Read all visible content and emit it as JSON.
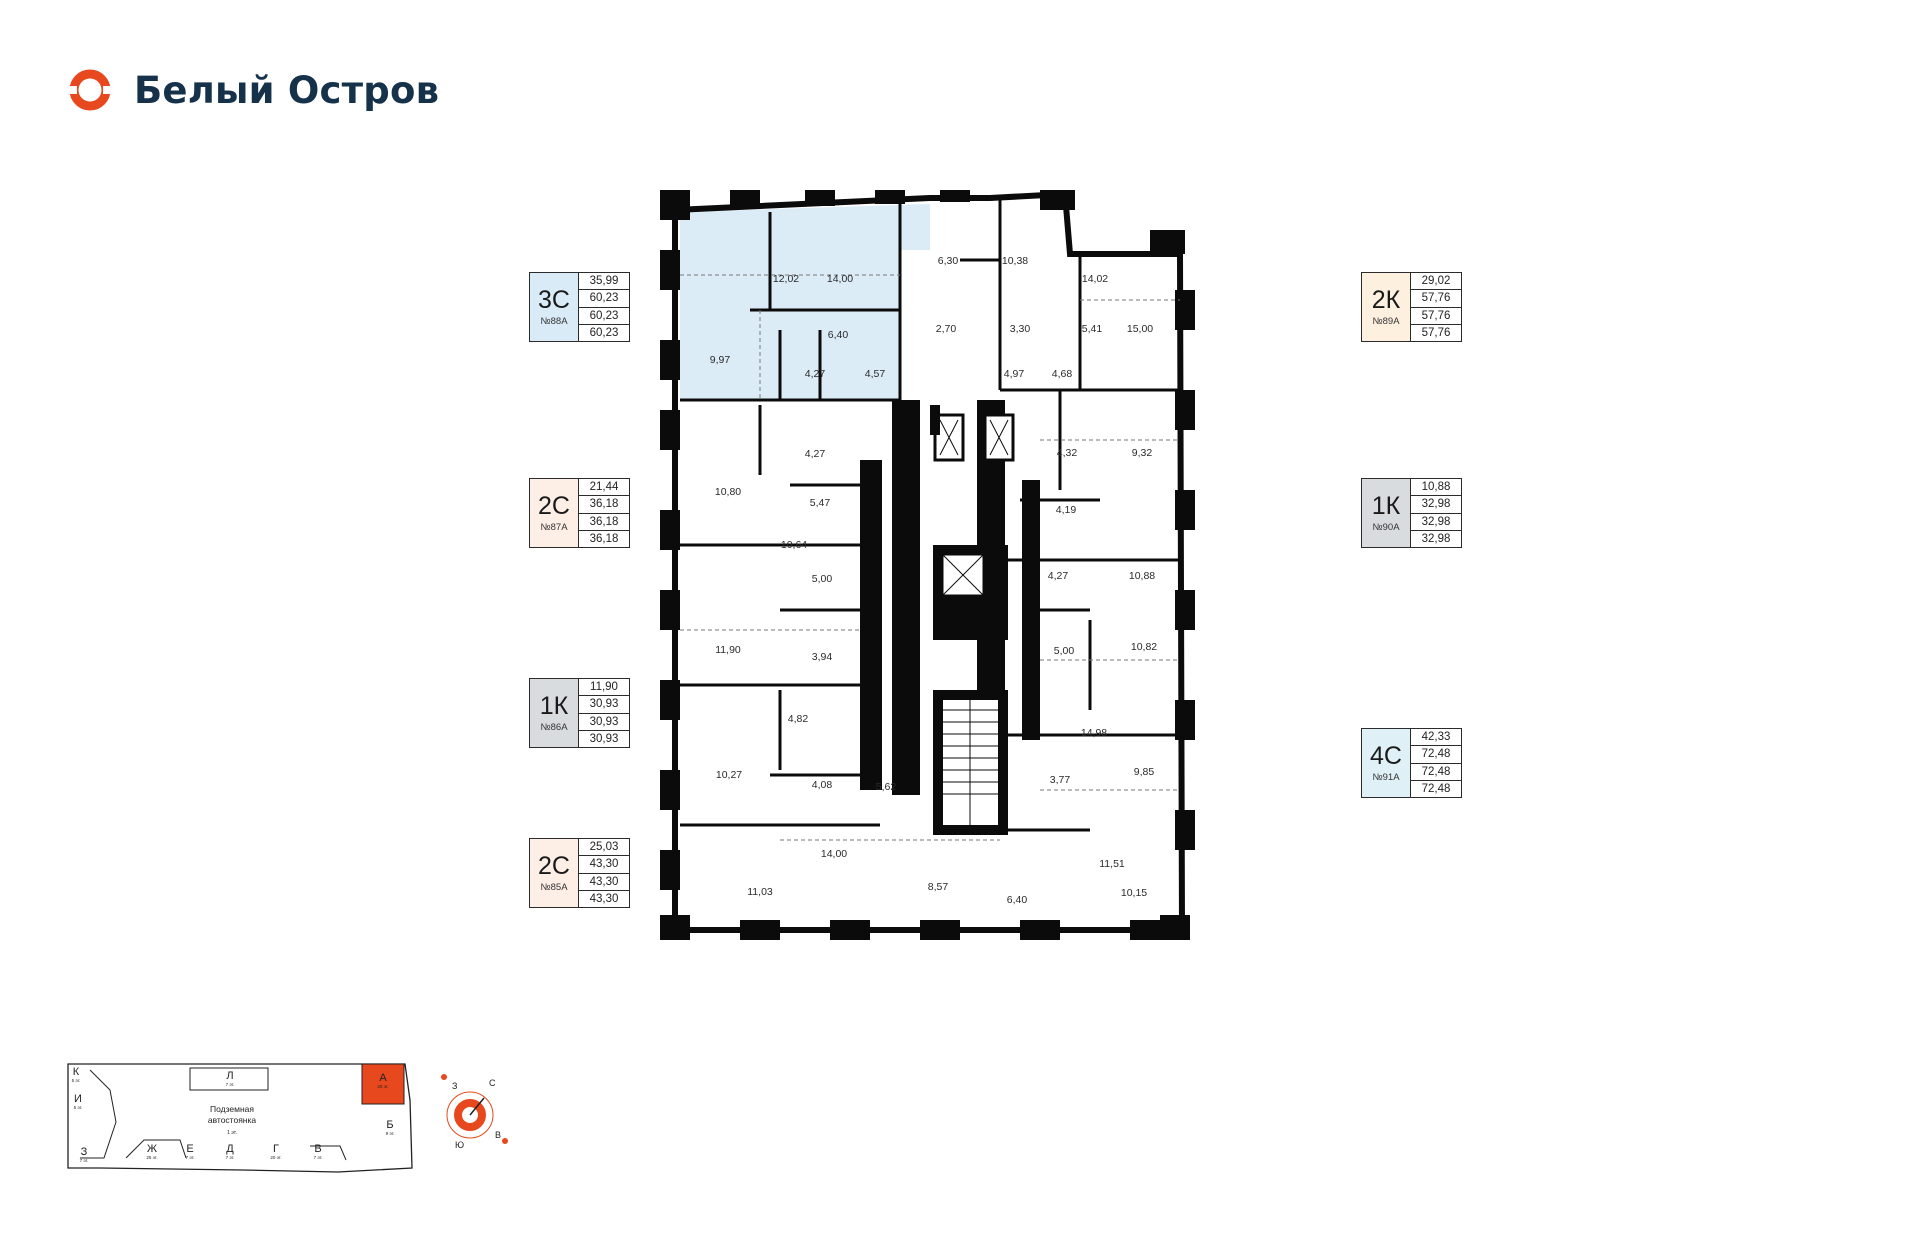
{
  "brand": {
    "name": "Белый Остров",
    "color": "#e8481e"
  },
  "colors": {
    "wall": "#0b0b0b",
    "highlight": "#dcecf7",
    "accent": "#e8481e",
    "card_3c": "#d9ebf7",
    "card_2c": "#fdeee6",
    "card_1k": "#d9dcdf",
    "card_2k": "#fdf0de",
    "card_4c": "#dff0f6"
  },
  "apartments": [
    {
      "code": "3С",
      "number": "№88А",
      "areas": [
        "35,99",
        "60,23",
        "60,23",
        "60,23"
      ]
    },
    {
      "code": "2К",
      "number": "№89А",
      "areas": [
        "29,02",
        "57,76",
        "57,76",
        "57,76"
      ]
    },
    {
      "code": "2С",
      "number": "№87А",
      "areas": [
        "21,44",
        "36,18",
        "36,18",
        "36,18"
      ]
    },
    {
      "code": "1К",
      "number": "№90А",
      "areas": [
        "10,88",
        "32,98",
        "32,98",
        "32,98"
      ]
    },
    {
      "code": "1К",
      "number": "№86А",
      "areas": [
        "11,90",
        "30,93",
        "30,93",
        "30,93"
      ]
    },
    {
      "code": "4С",
      "number": "№91А",
      "areas": [
        "42,33",
        "72,48",
        "72,48",
        "72,48"
      ]
    },
    {
      "code": "2С",
      "number": "№85А",
      "areas": [
        "25,03",
        "43,30",
        "43,30",
        "43,30"
      ]
    }
  ],
  "rooms": [
    "12,02",
    "14,00",
    "6,30",
    "10,38",
    "14,02",
    "15,00",
    "6,40",
    "2,70",
    "3,30",
    "5,41",
    "9,97",
    "4,27",
    "4,57",
    "4,97",
    "4,68",
    "4,27",
    "4,32",
    "9,32",
    "10,80",
    "5,47",
    "4,19",
    "10,64",
    "5,00",
    "4,27",
    "10,88",
    "11,90",
    "3,94",
    "5,00",
    "10,82",
    "4,82",
    "14,98",
    "10,27",
    "4,08",
    "5,62",
    "3,77",
    "9,85",
    "14,00",
    "8,57",
    "6,40",
    "11,51",
    "11,03",
    "10,15"
  ],
  "keymap": {
    "sections": [
      {
        "letter": "К",
        "floors": "5 эт."
      },
      {
        "letter": "Л",
        "floors": "7 эт."
      },
      {
        "letter": "А",
        "floors": "20 эт."
      },
      {
        "letter": "И",
        "floors": "5 эт."
      },
      {
        "letter": "Б",
        "floors": "9 эт."
      },
      {
        "letter": "З",
        "floors": "7 эт."
      },
      {
        "letter": "Ж",
        "floors": "25 эт."
      },
      {
        "letter": "Е",
        "floors": "7 эт."
      },
      {
        "letter": "Д",
        "floors": "7 эт."
      },
      {
        "letter": "Г",
        "floors": "20 эт."
      },
      {
        "letter": "В",
        "floors": "7 эт."
      }
    ],
    "parking_line1": "Подземная",
    "parking_line2": "автостоянка",
    "parking_floors": "1 эт."
  },
  "compass": {
    "north": "С",
    "south": "Ю",
    "west": "З",
    "east": "В"
  }
}
